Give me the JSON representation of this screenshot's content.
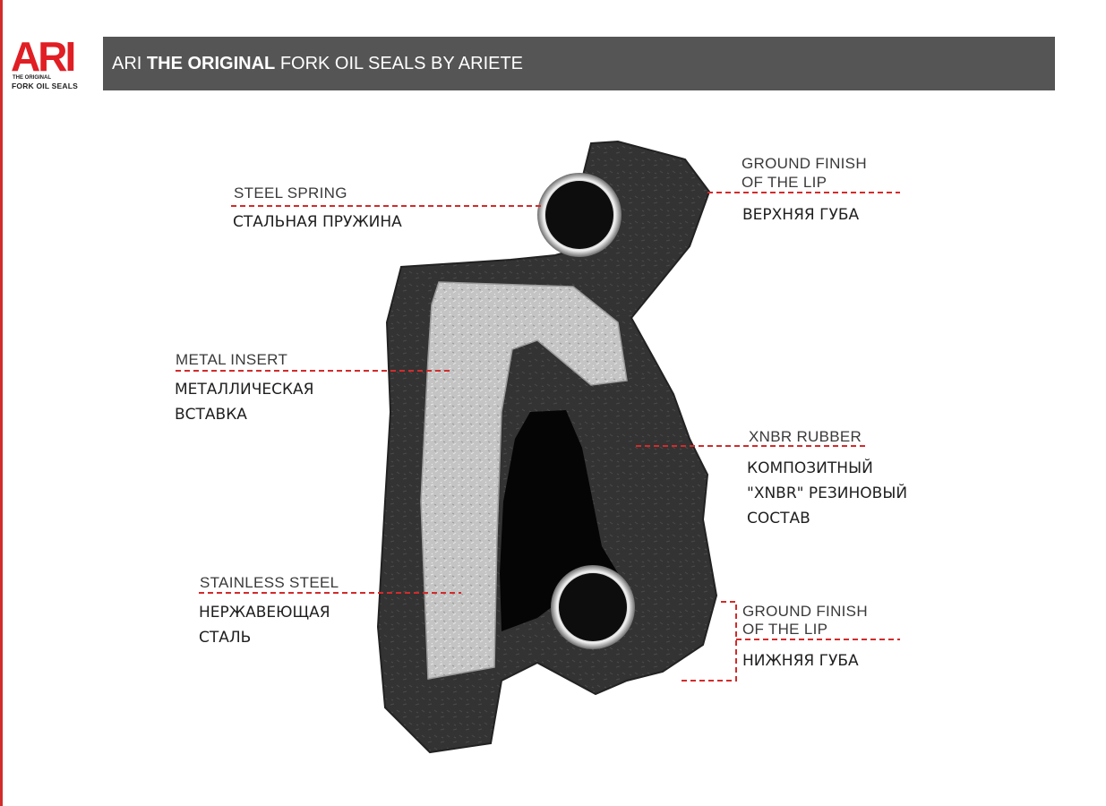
{
  "logo": {
    "brand": "ARI",
    "tagline_small": "THE ORIGINAL",
    "tagline": "FORK OIL SEALS"
  },
  "header": {
    "prefix": "ARI",
    "bold": "THE ORIGINAL",
    "suffix": "FORK OIL SEALS BY ARIETE"
  },
  "labels": {
    "steel_spring": {
      "en": "STEEL SPRING",
      "ru": "СТАЛЬНАЯ ПРУЖИНА"
    },
    "upper_lip": {
      "en_line1": "GROUND FINISH",
      "en_line2": "OF THE LIP",
      "ru": "ВЕРХНЯЯ ГУБА"
    },
    "metal_insert": {
      "en": "METAL INSERT",
      "ru_line1": "МЕТАЛЛИЧЕСКАЯ",
      "ru_line2": "ВСТАВКА"
    },
    "xnbr_rubber": {
      "en": "XNBR RUBBER",
      "ru_line1": "КОМПОЗИТНЫЙ",
      "ru_line2": "\"XNBR\" РЕЗИНОВЫЙ",
      "ru_line3": "СОСТАВ"
    },
    "stainless_steel": {
      "en": "STAINLESS STEEL",
      "ru_line1": "НЕРЖАВЕЮЩАЯ",
      "ru_line2": "СТАЛЬ"
    },
    "lower_lip": {
      "en_line1": "GROUND FINISH",
      "en_line2": "OF THE LIP",
      "ru": "НИЖНЯЯ ГУБА"
    }
  },
  "colors": {
    "brand_red": "#e01e24",
    "header_bg": "#555555",
    "leader_line": "#d22b2b",
    "rubber": "#2e2e2e",
    "metal": "#c9c9c9"
  }
}
